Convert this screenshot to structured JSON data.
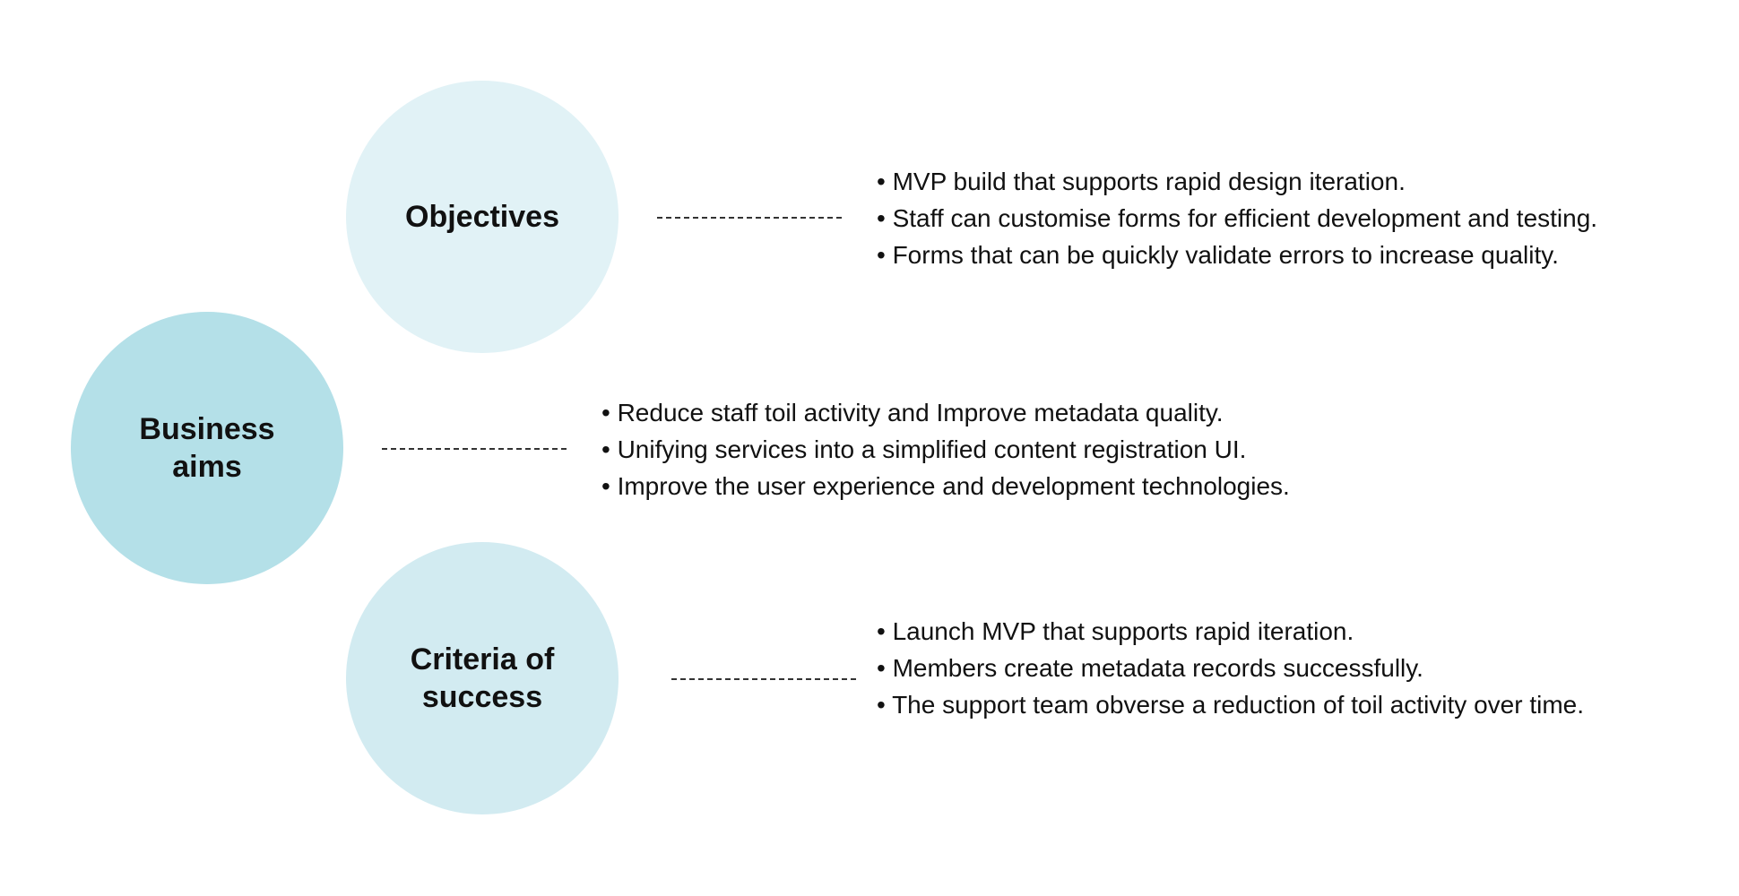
{
  "diagram": {
    "colors": {
      "objectives_fill": "#e1f2f6",
      "aims_fill": "#b4e0e8",
      "success_fill": "#d2ebf1",
      "connector": "#333333",
      "text": "#111111"
    },
    "objectives": {
      "label": "Objectives",
      "bullets": [
        "• MVP build that supports rapid design iteration.",
        "• Staff can customise forms for efficient development and testing.",
        "• Forms that can be quickly validate errors to increase quality."
      ]
    },
    "business_aims": {
      "label": "Business aims",
      "bullets": [
        "• Reduce staff toil activity and Improve metadata quality.",
        "• Unifying services into a simplified content registration UI.",
        "• Improve the user experience and development technologies."
      ]
    },
    "criteria_of_success": {
      "label": "Criteria of success",
      "bullets": [
        "• Launch MVP that supports rapid iteration.",
        "• Members create metadata records successfully.",
        "• The support team obverse a reduction of toil activity over time."
      ]
    }
  }
}
